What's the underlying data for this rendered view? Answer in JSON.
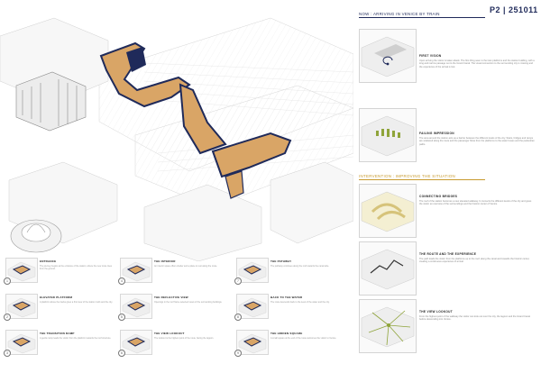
{
  "sheet": {
    "label": "P2",
    "code": "251011"
  },
  "sections": {
    "now_title": "NOW : ARRIVING IN VENICE BY TRAIN",
    "intervention_title": "INTERVENTION : IMPROVING THE SITUATION"
  },
  "now_panels": [
    {
      "title": "FIRST VISION",
      "body": "Upon arriving the visitor is taken aback. The first thing seen is the train platforms and the station building, with a long and narrow passage out to the Grand Canal. The visual connection to the surrounding city is missing and the experience of the arrival is lost."
    },
    {
      "title": "FAILING IMPRESSION",
      "body": "The area around the station acts as a barrier between the different levels of the city. Stairs, bridges and ramps are scattered along the route and the passenger flows from the platforms to the water buses and the pedestrian paths."
    }
  ],
  "intervention_panels": [
    {
      "title": "CONNECTING BRIDGES",
      "body": "The roof of the station becomes a new elevated walkway. It connects the different levels of the city and gives the visitor an overview of the surroundings and the historic center of Venice."
    },
    {
      "title": "THE ROUTE AND THE EXPERIENCE",
      "body": "The path leads the visitor from the platforms up to the roof, along the canal and towards the historic center, creating a continuous experience of arrival."
    },
    {
      "title": "THE VIEW LOOKOUT",
      "body": "From the highest point of the walkway the visitor can look out over the city, the lagoon and the Grand Canal before descending into Venice."
    }
  ],
  "steps": [
    {
      "n": "1",
      "title": "ENTRANCE",
      "body": "The journey begins at the entrance of the station, where the new route rises from the ground."
    },
    {
      "n": "2",
      "title": "ELEVATED PLATFORM",
      "body": "A platform above the tracks gives a first view of the station roofs and the city."
    },
    {
      "n": "3",
      "title": "THE TRANSITION RAMP",
      "body": "A gentle ramp leads the visitor from the platform towards the roof structure."
    },
    {
      "n": "4",
      "title": "THE INTERIOR",
      "body": "An interior space offers shelter and a place to rest along the route."
    },
    {
      "n": "5",
      "title": "THE REFLECTIVE VIEW",
      "body": "Openings in the roof frame selected views of the surrounding buildings."
    },
    {
      "n": "6",
      "title": "THE VIEW LOOKOUT",
      "body": "The lookout is the highest point of the route, facing the lagoon."
    },
    {
      "n": "7",
      "title": "THE PATHWAY",
      "body": "The pathway continues along the roof towards the canal side."
    },
    {
      "n": "8",
      "title": "BACK TO THE WATER",
      "body": "The route descends back to the level of the water and the city."
    },
    {
      "n": "9",
      "title": "THE HIDDEN SQUARE",
      "body": "A small square at the end of the route welcomes the visitor to Venice."
    }
  ],
  "colors": {
    "navy": "#1f2a5a",
    "wood": "#d9a566",
    "gold": "#c79a2e",
    "green": "#8fa43a"
  }
}
